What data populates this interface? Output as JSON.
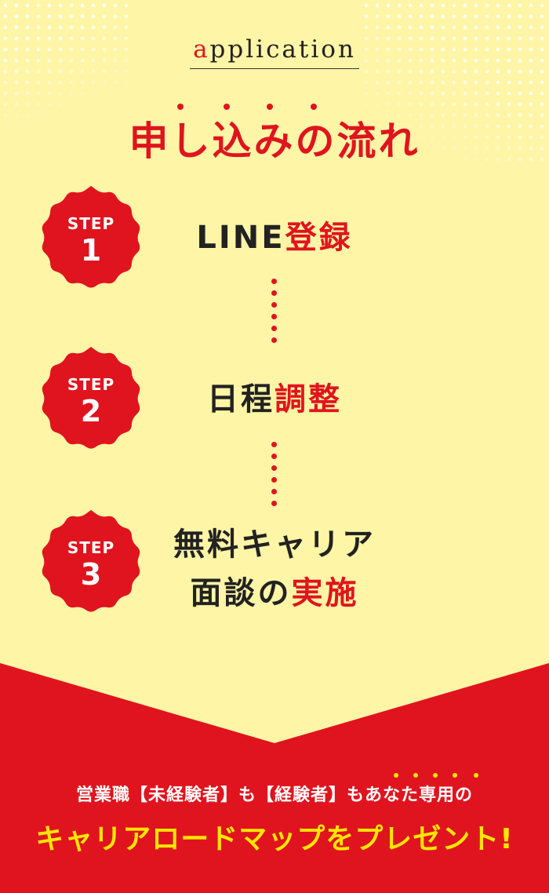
{
  "heading": {
    "eyebrow_first": "a",
    "eyebrow_rest": "pplication",
    "title": "申し込みの流れ"
  },
  "steps": [
    {
      "step_word": "STEP",
      "number": "1",
      "label_black": "LINE",
      "label_red": "登録"
    },
    {
      "step_word": "STEP",
      "number": "2",
      "label_black": "日程",
      "label_red": "調整"
    },
    {
      "step_word": "STEP",
      "number": "3",
      "label_line1": "無料キャリア",
      "label_line2_black": "面談の",
      "label_line2_red": "実施"
    }
  ],
  "banner": {
    "line1": "営業職【未経験者】も【経験者】もあなた専用の",
    "line2": "キャリアロードマップをプレゼント!"
  },
  "colors": {
    "background": "#fef5a6",
    "accent_red": "#e0141e",
    "highlight_yellow": "#ffe600",
    "text_dark": "#222222"
  }
}
